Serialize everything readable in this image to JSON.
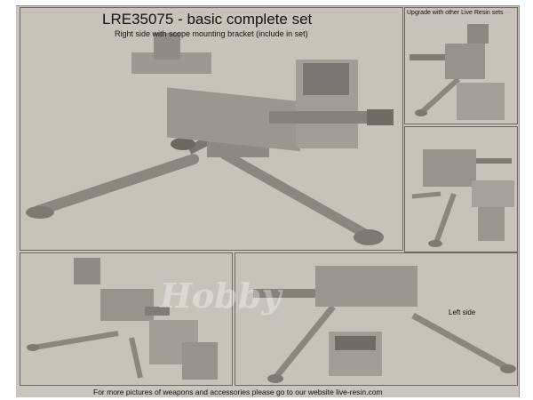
{
  "title": "LRE35075 - basic complete set",
  "subtitle": "Right side with scope mounting bracket (include in set)",
  "upgrade_note": "Upgrade with other Live Resin sets",
  "left_side_label": "Left side",
  "footer": "For more pictures of weapons and accessories please go to our website live-resin.com",
  "watermark": "Hobby",
  "colors": {
    "background": "#c9c5be",
    "model": "#8f8c86",
    "model_dark": "#5e5b56",
    "model_light": "#bdb9b2"
  }
}
